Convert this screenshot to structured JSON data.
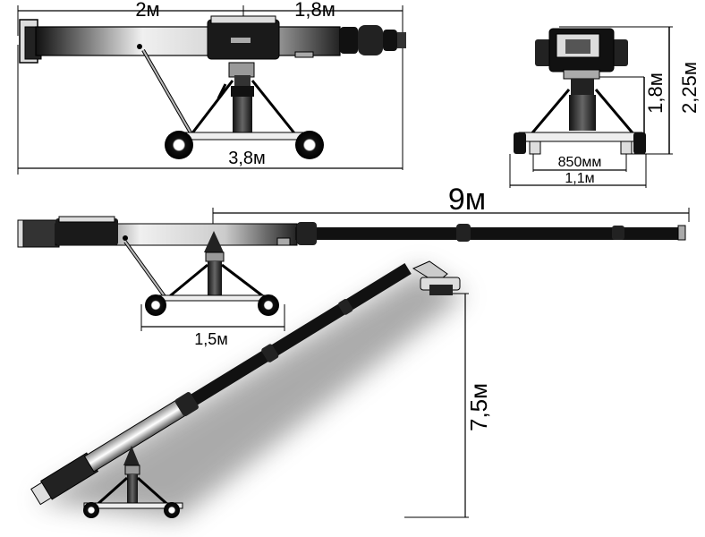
{
  "dimensions": {
    "arm_front": "2м",
    "arm_rear": "1,8м",
    "total_length": "3,8м",
    "height_tower": "1,8м",
    "height_total": "2,25м",
    "track_inner": "850мм",
    "track_outer": "1,1м",
    "reach": "9м",
    "base_width": "1,5м",
    "lift_height": "7,5м"
  },
  "colors": {
    "ink": "#000000",
    "metal_dark": "#1a1a1a",
    "metal_light": "#e8e8e8",
    "background": "#ffffff"
  }
}
